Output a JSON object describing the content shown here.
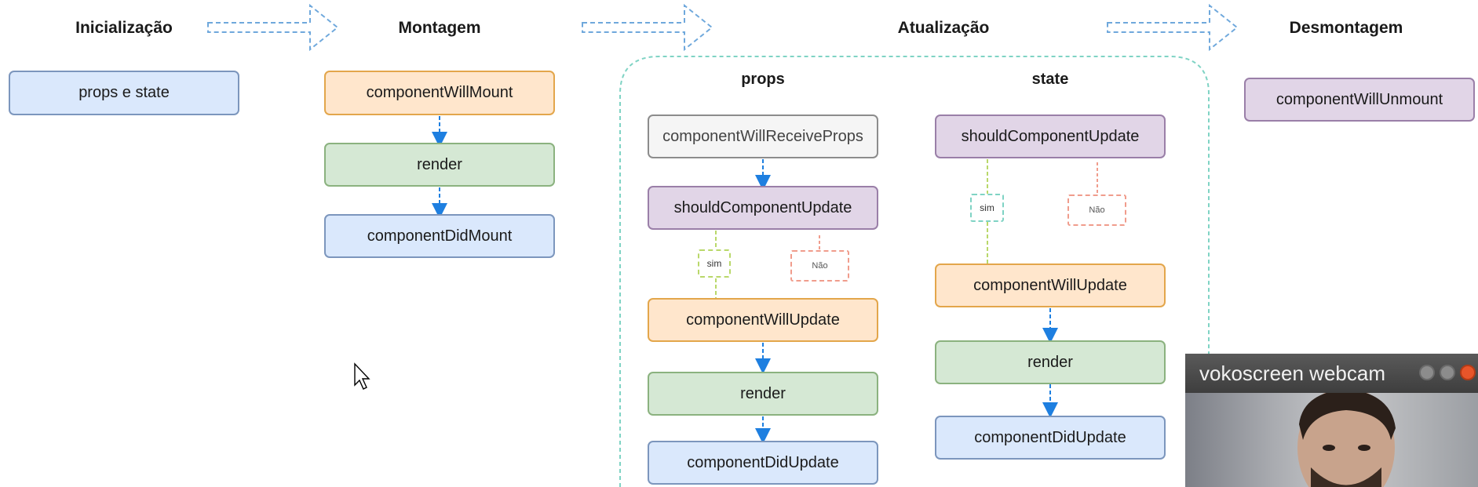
{
  "stages": {
    "init": "Inicialização",
    "mount": "Montagem",
    "update": "Atualização",
    "unmount": "Desmontagem"
  },
  "init": {
    "box": "props e state"
  },
  "mount": {
    "will_mount": "componentWillMount",
    "render": "render",
    "did_mount": "componentDidMount"
  },
  "update": {
    "props": {
      "title": "props",
      "receive": "componentWillReceiveProps",
      "should": "shouldComponentUpdate",
      "yes": "sim",
      "no": "Não",
      "will_update": "componentWillUpdate",
      "render": "render",
      "did_update": "componentDidUpdate"
    },
    "state": {
      "title": "state",
      "should": "shouldComponentUpdate",
      "yes": "sim",
      "no": "Não",
      "will_update": "componentWillUpdate",
      "render": "render",
      "did_update": "componentDidUpdate"
    }
  },
  "unmount": {
    "box": "componentWillUnmount"
  },
  "webcam": {
    "title": "vokoscreen webcam"
  },
  "colors": {
    "arrow": "#1e7fe0",
    "stage_arrow": "#6fa8dc",
    "group_border": "#7fd3c4"
  }
}
